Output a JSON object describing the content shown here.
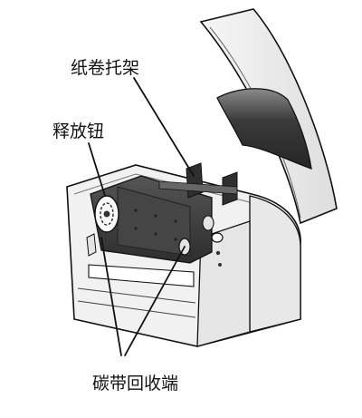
{
  "labels": {
    "paper_roll_holder": "纸卷托架",
    "release_button": "释放钮",
    "ribbon_rewind": "碳带回收端"
  },
  "colors": {
    "line": "#111111",
    "body_fill": "#f1f1f1",
    "panel_fill": "#e6e6e6",
    "dark_part": "#3c3c3c",
    "window_dark": "#4a4a4a"
  }
}
